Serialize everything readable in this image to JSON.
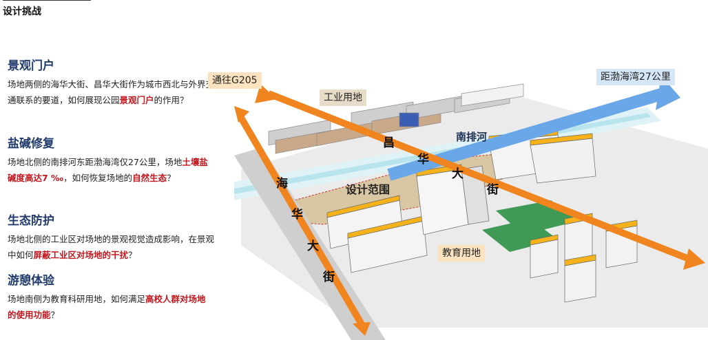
{
  "page": {
    "title": "设计挑战"
  },
  "sections": [
    {
      "heading": "景观门户",
      "parts": [
        {
          "t": "场地两侧的海华大街、昌华大街作为城市西北与外界交通联系的要道，如何展现公园",
          "hl": false
        },
        {
          "t": "景观门户",
          "hl": true
        },
        {
          "t": "的作用？",
          "hl": false
        }
      ]
    },
    {
      "heading": "盐碱修复",
      "parts": [
        {
          "t": "场地北侧的南排河东距渤海湾仅27公里，场地",
          "hl": false
        },
        {
          "t": "土壤盐碱度高达7 ‰",
          "hl": true
        },
        {
          "t": "，如何恢复场地的",
          "hl": false
        },
        {
          "t": "自然生态",
          "hl": true
        },
        {
          "t": "？",
          "hl": false
        }
      ]
    },
    {
      "heading": "生态防护",
      "parts": [
        {
          "t": "场地北侧的工业区对场地的景观视觉造成影响，在景观中如何",
          "hl": false
        },
        {
          "t": "屏蔽工业区对场地的干扰",
          "hl": true
        },
        {
          "t": "？",
          "hl": false
        }
      ]
    },
    {
      "heading": "游憩体验",
      "parts": [
        {
          "t": "场地南侧为教育科研用地，如何满足",
          "hl": false
        },
        {
          "t": "高校人群对场地的使用功能",
          "hl": true
        },
        {
          "t": "？",
          "hl": false
        }
      ]
    }
  ],
  "diagram": {
    "label_g205": "通往G205",
    "label_bohai": "距渤海湾27公里",
    "label_industrial": "工业用地",
    "label_education": "教育用地",
    "label_design": "设计范围",
    "label_river": "南排河",
    "road_haihua": [
      "海",
      "华",
      "大",
      "街"
    ],
    "road_changhua": [
      "昌",
      "华",
      "大",
      "街"
    ],
    "colors": {
      "road_arrow": "#f0841e",
      "river_arrow": "#6aa7e8",
      "design_area": "#d9c7a4",
      "field": "#3f9a55"
    }
  }
}
